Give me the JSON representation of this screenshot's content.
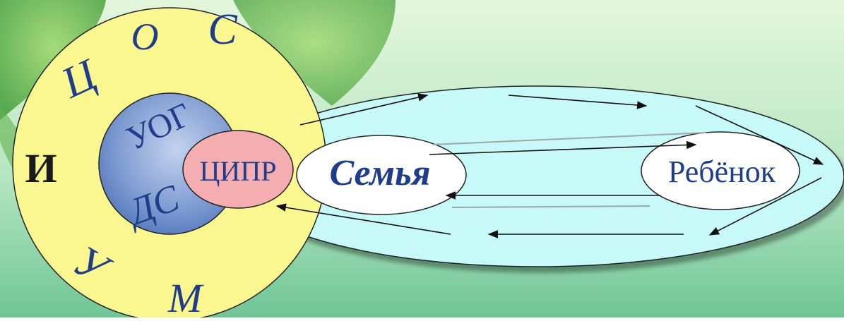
{
  "colors": {
    "background_top": "#d9f3cf",
    "background_bottom": "#73c99a",
    "outer_ring": "#faf791",
    "inner_circle": "#5b7fbf",
    "center_circle": "#f4aeb2",
    "big_ellipse": "#c9fafa",
    "white_ellipse": "#ffffff",
    "text_blue": "#1f3d8a",
    "text_dark": "#1a1a1a"
  },
  "outer_ring": {
    "letters": {
      "o": "О",
      "s": "С",
      "ts": "Ц",
      "i": "И",
      "u": "У",
      "m": "М"
    }
  },
  "inner_circle": {
    "label_top": "УОГ",
    "label_bottom": "ДС"
  },
  "center_circle": {
    "label": "ЦИПР"
  },
  "ellipse_family": {
    "label": "Семья"
  },
  "ellipse_child": {
    "label": "Ребёнок"
  }
}
